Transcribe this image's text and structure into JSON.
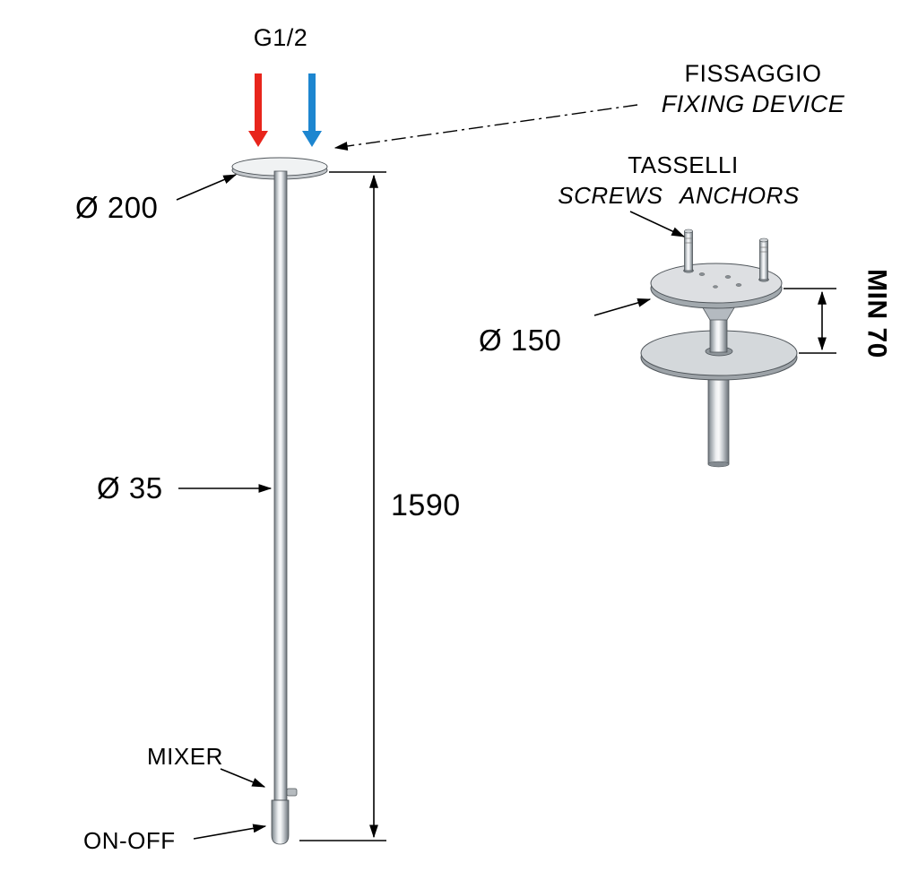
{
  "diagram": {
    "labels": {
      "connection_thread": "G1/2",
      "ceiling_flange_diameter": "Ø 200",
      "column_diameter": "Ø 35",
      "column_length": "1590",
      "mixer": "MIXER",
      "on_off": "ON-OFF",
      "fixing_device_it": "FISSAGGIO",
      "fixing_device_en": "FIXING DEVICE",
      "anchors_it": "TASSELLI",
      "anchors_en": "SCREWS ANCHORS",
      "fixing_plate_diameter": "Ø 150",
      "min_clearance": "MIN 70"
    },
    "colors": {
      "hot_water_arrow": "#e8251c",
      "cold_water_arrow": "#1d86d0",
      "line_color": "#000000"
    }
  }
}
